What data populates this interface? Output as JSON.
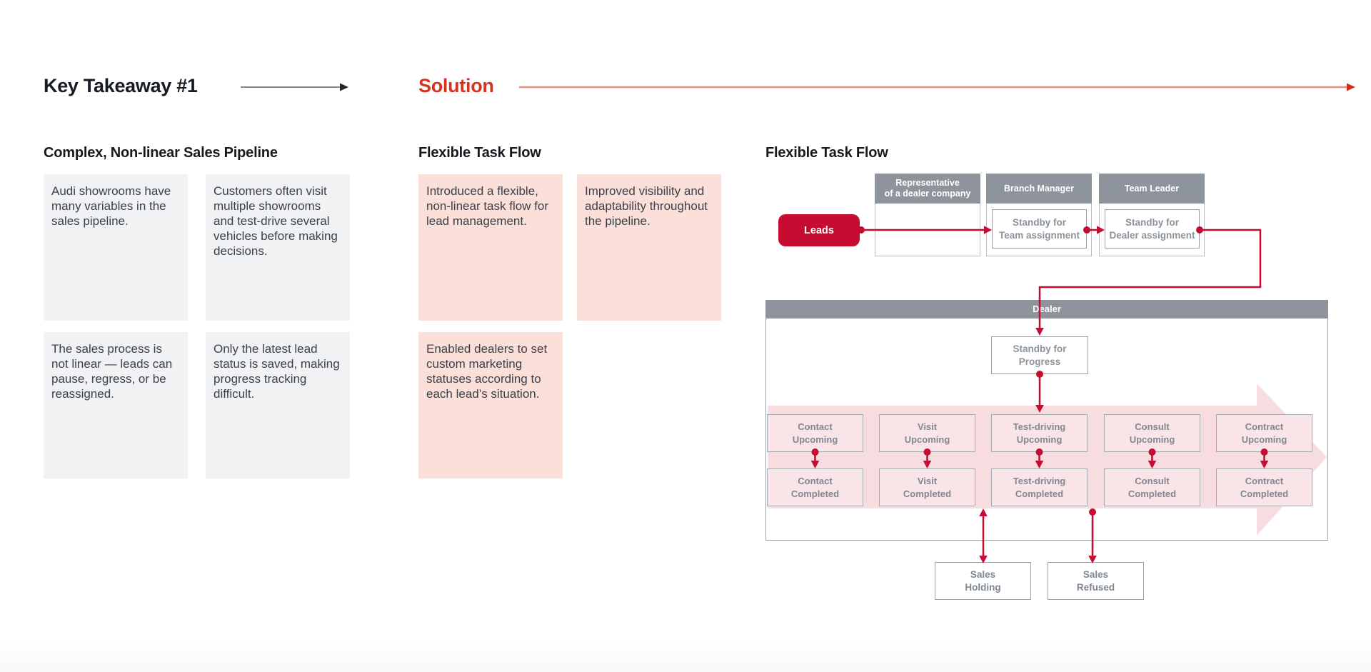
{
  "header": {
    "left_title": "Key Takeaway #1",
    "right_title": "Solution"
  },
  "problem": {
    "heading": "Complex, Non-linear Sales Pipeline",
    "cards": [
      "Audi showrooms have many variables in the sales pipeline.",
      "Customers often visit multiple showrooms and test-drive several vehicles before making decisions.",
      "The sales process is not linear — leads can pause, regress, or be reassigned.",
      "Only the latest lead status is saved, making progress tracking difficult."
    ]
  },
  "solution": {
    "heading": "Flexible Task Flow",
    "cards": [
      "Introduced a flexible, non-linear task flow for lead management.",
      "Improved visibility and adaptability throughout the pipeline.",
      "Enabled dealers to set custom marketing statuses according to each lead’s situation."
    ]
  },
  "diagram": {
    "heading": "Flexible Task Flow",
    "leads_label": "Leads",
    "dealer_label": "Dealer",
    "roles": [
      {
        "line1": "Representative",
        "line2": "of a dealer company"
      },
      {
        "line1": "Branch Manager",
        "line2": ""
      },
      {
        "line1": "Team Leader",
        "line2": ""
      }
    ],
    "standby_boxes": [
      {
        "line1": "Standby for",
        "line2": "Team assignment"
      },
      {
        "line1": "Standby for",
        "line2": "Dealer assignment"
      },
      {
        "line1": "Standby for",
        "line2": "Progress"
      }
    ],
    "pipeline": {
      "stages": [
        "Contact",
        "Visit",
        "Test-driving",
        "Consult",
        "Contract"
      ],
      "rows": [
        "Upcoming",
        "Completed"
      ]
    },
    "outcomes": [
      {
        "line1": "Sales",
        "line2": "Holding"
      },
      {
        "line1": "Sales",
        "line2": "Refused"
      }
    ]
  },
  "colors": {
    "crimson": "#c60c30",
    "solution_red": "#d53520",
    "salmon_line": "#e38d80",
    "gray_header": "#8e949b",
    "gray_card": "#f1f2f4",
    "pink_card": "#fbdfd9",
    "pink_arrow": "#f7dce0"
  }
}
